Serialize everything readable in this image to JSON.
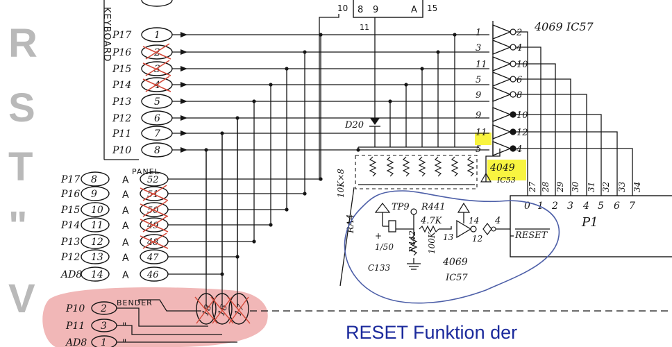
{
  "watermark_letters": [
    "R",
    "S",
    "T",
    "\"",
    "V"
  ],
  "caption": "RESET Funktion der",
  "keyboard_label": "KEYBOARD",
  "panel_label": "PANEL",
  "bender_label": "BENDER",
  "keyboard_rows": [
    {
      "port": "P17",
      "num": "1",
      "struck": false
    },
    {
      "port": "P16",
      "num": "2",
      "struck": true
    },
    {
      "port": "P15",
      "num": "3",
      "struck": true
    },
    {
      "port": "P14",
      "num": "4",
      "struck": true
    },
    {
      "port": "P13",
      "num": "5",
      "struck": false
    },
    {
      "port": "P12",
      "num": "6",
      "struck": false
    },
    {
      "port": "P11",
      "num": "7",
      "struck": false
    },
    {
      "port": "P10",
      "num": "8",
      "struck": false
    }
  ],
  "panel_rows": [
    {
      "port": "P17",
      "left": "8",
      "a": "A",
      "right": "52",
      "struck": false
    },
    {
      "port": "P16",
      "left": "9",
      "a": "A",
      "right": "51",
      "struck": true
    },
    {
      "port": "P15",
      "left": "10",
      "a": "A",
      "right": "50",
      "struck": true
    },
    {
      "port": "P14",
      "left": "11",
      "a": "A",
      "right": "49",
      "struck": true
    },
    {
      "port": "P13",
      "left": "12",
      "a": "A",
      "right": "48",
      "struck": true
    },
    {
      "port": "P12",
      "left": "13",
      "a": "A",
      "right": "47",
      "struck": false
    },
    {
      "port": "AD8",
      "left": "14",
      "a": "A",
      "right": "46",
      "struck": false
    }
  ],
  "bender_rows": [
    {
      "port": "P10",
      "num": "2",
      "mark": ""
    },
    {
      "port": "P11",
      "num": "3",
      "mark": "\""
    },
    {
      "port": "AD8",
      "num": "1",
      "mark": "\""
    }
  ],
  "bender_struck": [
    "18",
    "16",
    "17"
  ],
  "top_ic": {
    "pin_left": "10",
    "pin_8": "8",
    "pin_9": "9",
    "pin_a": "A",
    "pin_15": "15",
    "pin_11": "11"
  },
  "inverters": [
    {
      "in": "1",
      "out": "2"
    },
    {
      "in": "3",
      "out": "4"
    },
    {
      "in": "11",
      "out": "10"
    },
    {
      "in": "5",
      "out": "6"
    },
    {
      "in": "9",
      "out": "8"
    },
    {
      "in": "9",
      "out": "10"
    },
    {
      "in": "11",
      "out": "12"
    },
    {
      "in": "5",
      "out": "4"
    }
  ],
  "ic57_label": "4069 IC57",
  "ic53_part": "4049",
  "ic53_label": "IC53",
  "diode_label": "D20",
  "resistor_array": "10K×8",
  "ra_label": "RA4",
  "p1_pin_numbers": [
    "27",
    "28",
    "29",
    "30",
    "31",
    "32",
    "33",
    "34"
  ],
  "p1_bits": [
    "0",
    "1",
    "2",
    "3",
    "4",
    "5",
    "6",
    "7"
  ],
  "p1_label": "P1",
  "reset_circuit": {
    "tp": "TP9",
    "r441": "R441",
    "r441_value": "4.7K",
    "r442": "R442",
    "r442_value": "100K",
    "cap_label": "C133",
    "cap_value": "1/50",
    "plus": "+",
    "inv_pin_in": "13",
    "inv_pin_out": "12",
    "inv_pin_vcc": "14",
    "ic": "4069",
    "ic_num": "IC57",
    "out_pin": "4",
    "reset_signal": "RESET"
  },
  "colors": {
    "ink": "#151515",
    "red_strike": "#d44a3a",
    "pink_highlight": "#eeaaaa",
    "yellow_highlight": "#f5f000",
    "blue_loop": "#4d5fa8",
    "caption_blue": "#1b2a9c",
    "watermark_gray": "#b9b9b9"
  }
}
